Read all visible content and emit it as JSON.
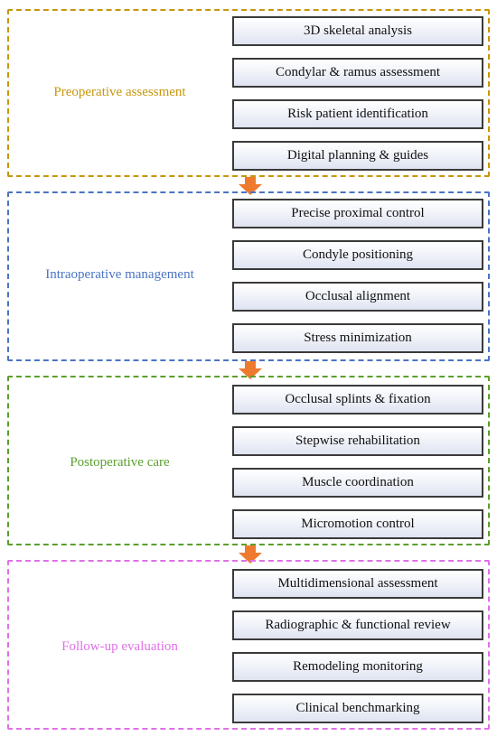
{
  "stages": [
    {
      "label": "Preoperative assessment",
      "color": "#c8960c",
      "steps": [
        "3D skeletal analysis",
        "Condylar & ramus assessment",
        "Risk patient identification",
        "Digital planning & guides"
      ]
    },
    {
      "label": "Intraoperative management",
      "color": "#4a74c4",
      "steps": [
        "Precise proximal control",
        "Condyle positioning",
        "Occlusal alignment",
        "Stress minimization"
      ]
    },
    {
      "label": "Postoperative care",
      "color": "#5aa02c",
      "steps": [
        "Occlusal splints & fixation",
        "Stepwise rehabilitation",
        "Muscle coordination",
        "Micromotion control"
      ]
    },
    {
      "label": "Follow-up evaluation",
      "color": "#e070e8",
      "steps": [
        "Multidimensional assessment",
        "Radiographic & functional review",
        "Remodeling monitoring",
        "Clinical benchmarking"
      ]
    }
  ],
  "arrow_color": "#ee7a2f"
}
